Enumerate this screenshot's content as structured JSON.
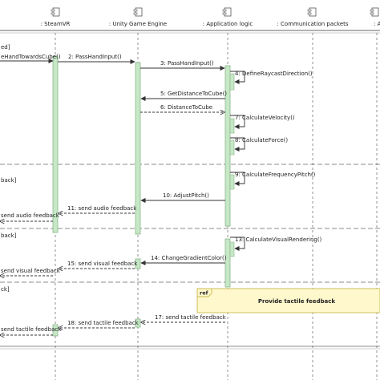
{
  "participants": [
    {
      "id": "steamvr",
      "label": ": SteamVR"
    },
    {
      "id": "unity",
      "label": ": Unity Game Engine"
    },
    {
      "id": "app",
      "label": ": Application logic"
    },
    {
      "id": "comm",
      "label": ": Communication packets"
    },
    {
      "id": "actor5",
      "label": ": A"
    }
  ],
  "messages": [
    {
      "label": "2: PassHandInput()"
    },
    {
      "label": "3: PassHandInput()"
    },
    {
      "label": "4: DefineRaycastDirection()"
    },
    {
      "label": "5: GetDistanceToCube()"
    },
    {
      "label": "6: DistanceToCube"
    },
    {
      "label": "7: CalculateVelocity()"
    },
    {
      "label": "8: CalculateForce()"
    },
    {
      "label": "9: CalculateFrequencyPitch()"
    },
    {
      "label": "10: AdjustPitch()"
    },
    {
      "label": "11: send audio feedback"
    },
    {
      "label": "13: CalculateVisualRendering()"
    },
    {
      "label": "14: ChangeGradientColor()"
    },
    {
      "label": "15: send visual feedback"
    },
    {
      "label": "17: send tactile feedback"
    },
    {
      "label": "18: send tactile feedback"
    }
  ],
  "edge_labels": [
    {
      "label": "ed]"
    },
    {
      "label": "eHandTowardsCube()"
    },
    {
      "label": "back]"
    },
    {
      "label": "send audio feedback"
    },
    {
      "label": "back]"
    },
    {
      "label": "send visual feedback"
    },
    {
      "label": "ck]"
    },
    {
      "label": "send tactile feedback"
    }
  ],
  "ref_fragment": {
    "tag": "ref",
    "title": "Provide tactile feedback"
  },
  "colors": {
    "lifeline": "#777777",
    "activation_fill": "#c6e8c6",
    "activation_stroke": "#8ab58a",
    "ref_fill": "#fff8cc",
    "ref_stroke": "#c8b850",
    "arrow": "#333333",
    "separator": "#666666"
  }
}
